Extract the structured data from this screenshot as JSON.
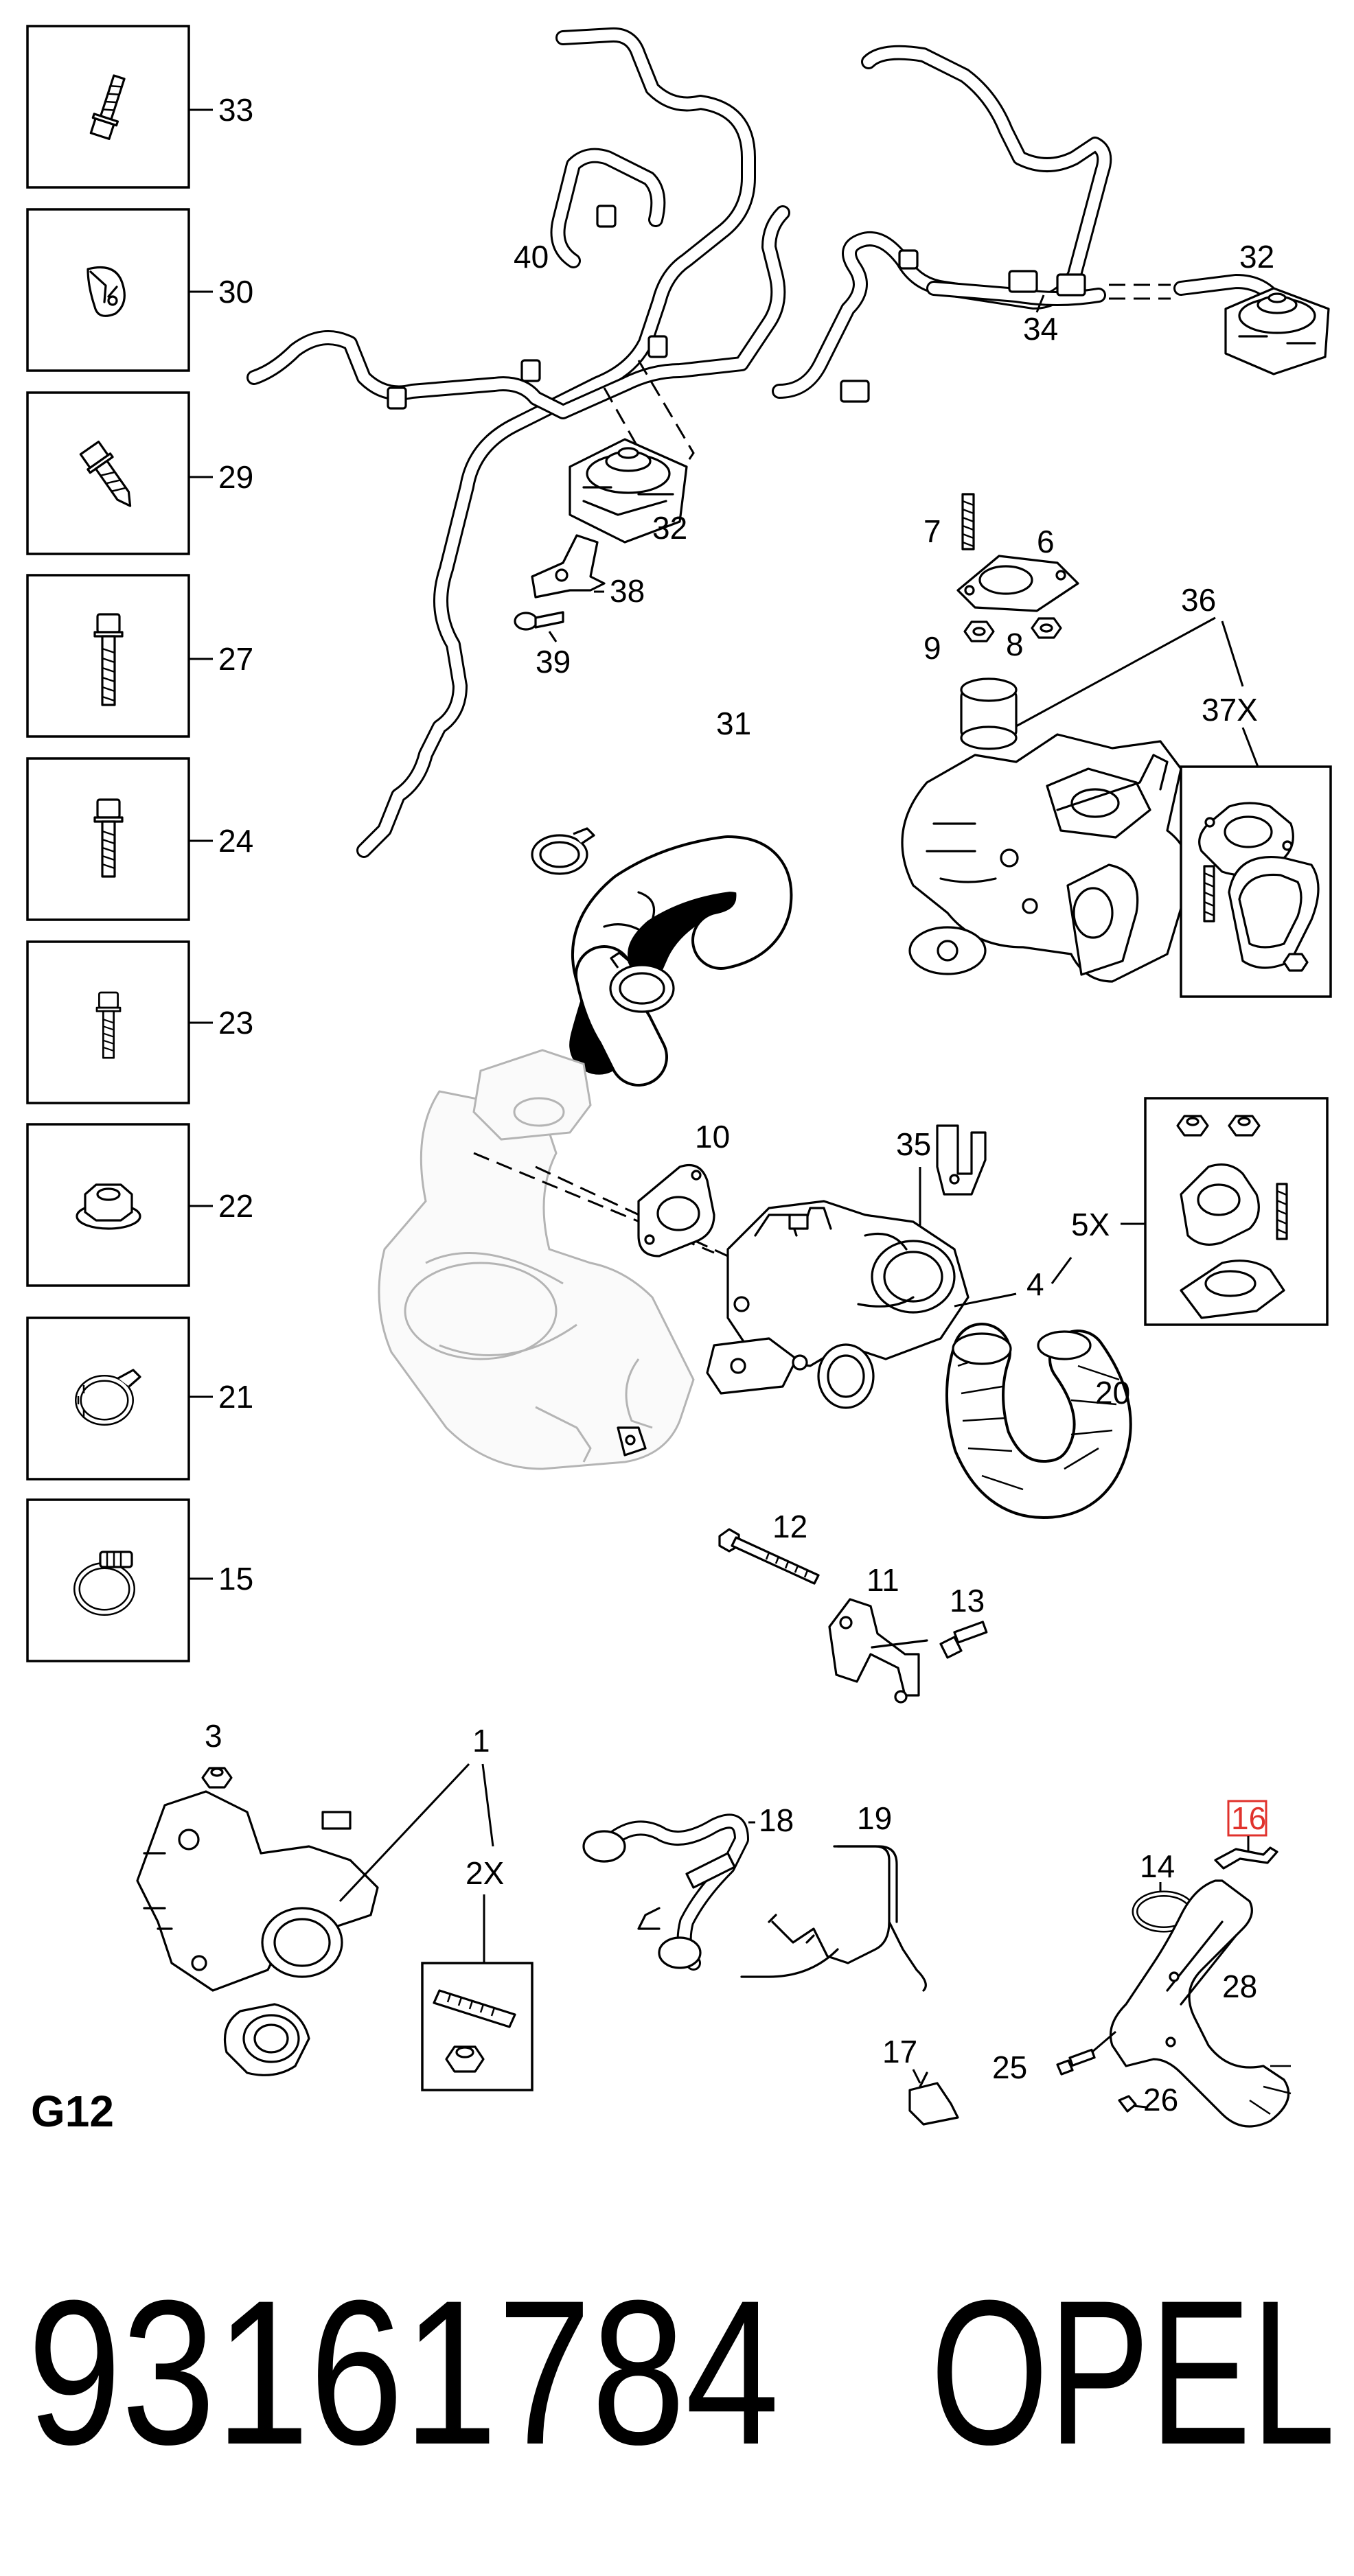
{
  "group_code": "G12",
  "part_number": "93161784",
  "brand": "OPEL",
  "highlight_color": "#e0322c",
  "sidebar_boxes": [
    {
      "number": "33",
      "icon": "hex-flange-bolt-icon"
    },
    {
      "number": "30",
      "icon": "bracket-clip-icon"
    },
    {
      "number": "29",
      "icon": "self-tapping-screw-icon"
    },
    {
      "number": "27",
      "icon": "long-bolt-icon"
    },
    {
      "number": "24",
      "icon": "bolt-icon"
    },
    {
      "number": "23",
      "icon": "short-bolt-icon"
    },
    {
      "number": "22",
      "icon": "flange-nut-icon"
    },
    {
      "number": "21",
      "icon": "spring-hose-clamp-icon"
    },
    {
      "number": "15",
      "icon": "worm-hose-clamp-icon"
    }
  ],
  "callouts": {
    "c40": "40",
    "c32a": "32",
    "c38": "38",
    "c39": "39",
    "c32b": "32",
    "c34": "34",
    "c7": "7",
    "c6": "6",
    "c9": "9",
    "c8": "8",
    "c36": "36",
    "c37x": "37X",
    "c31": "31",
    "c10": "10",
    "c35": "35",
    "c5x": "5X",
    "c4": "4",
    "c20": "20",
    "c12": "12",
    "c11": "11",
    "c13": "13",
    "c3": "3",
    "c1": "1",
    "c2x": "2X",
    "c18": "18",
    "c19": "19",
    "c16": "16",
    "c14": "14",
    "c28": "28",
    "c17": "17",
    "c25": "25",
    "c26": "26"
  }
}
